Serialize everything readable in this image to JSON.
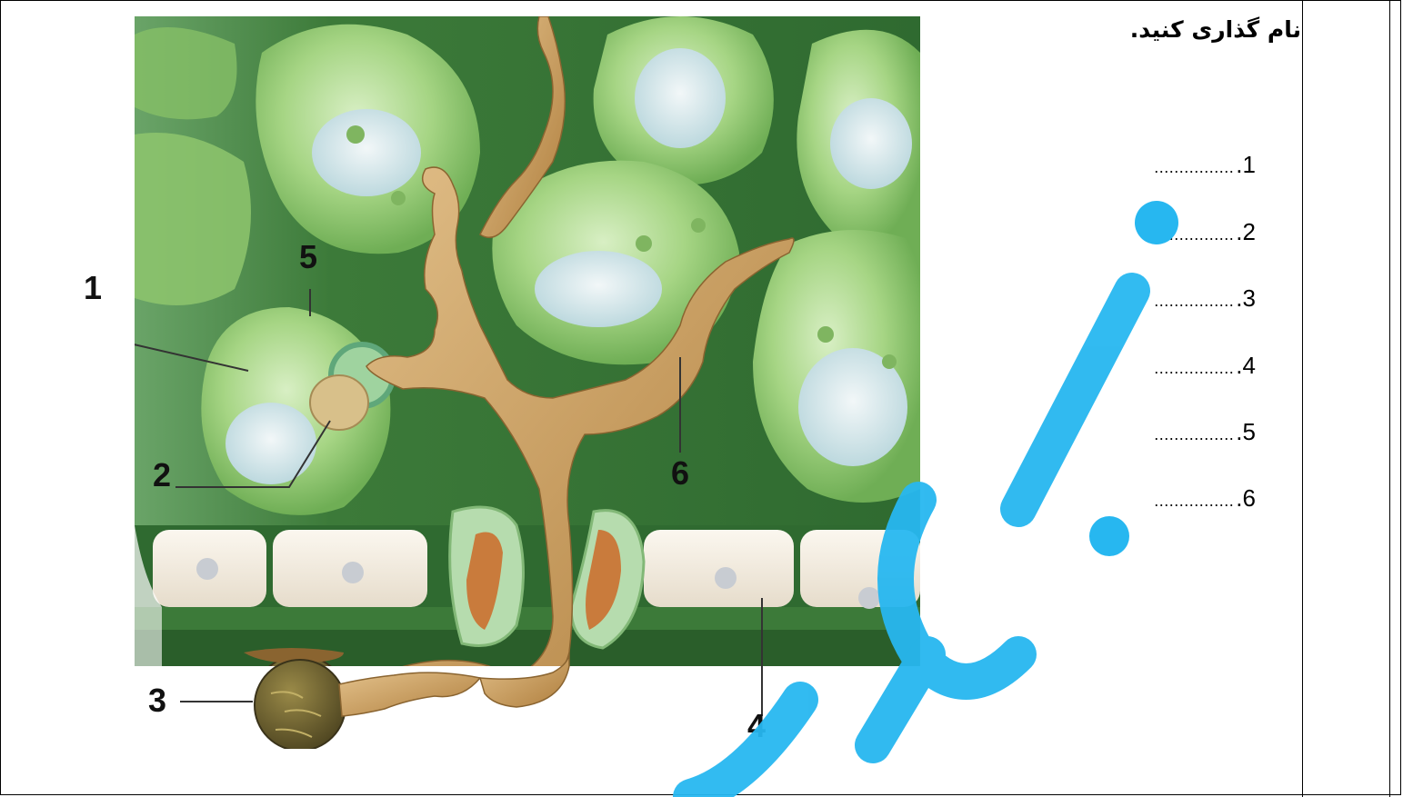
{
  "question": {
    "title": "نام گذاری کنید.",
    "blanks": [
      {
        "number": "1",
        "placeholder": "................"
      },
      {
        "number": "2",
        "placeholder": "................"
      },
      {
        "number": "3",
        "placeholder": "................"
      },
      {
        "number": "4",
        "placeholder": "................"
      },
      {
        "number": "5",
        "placeholder": "................"
      },
      {
        "number": "6",
        "placeholder": "................"
      }
    ]
  },
  "figure": {
    "labels": [
      "1",
      "2",
      "3",
      "4",
      "5",
      "6"
    ]
  },
  "colors": {
    "background_green": "#3f7a3a",
    "cell_green": "#a9d98a",
    "hypha_tan": "#c89a5a",
    "epidermis_cream": "#f4ece0",
    "watermark_blue": "#27b7f0"
  }
}
